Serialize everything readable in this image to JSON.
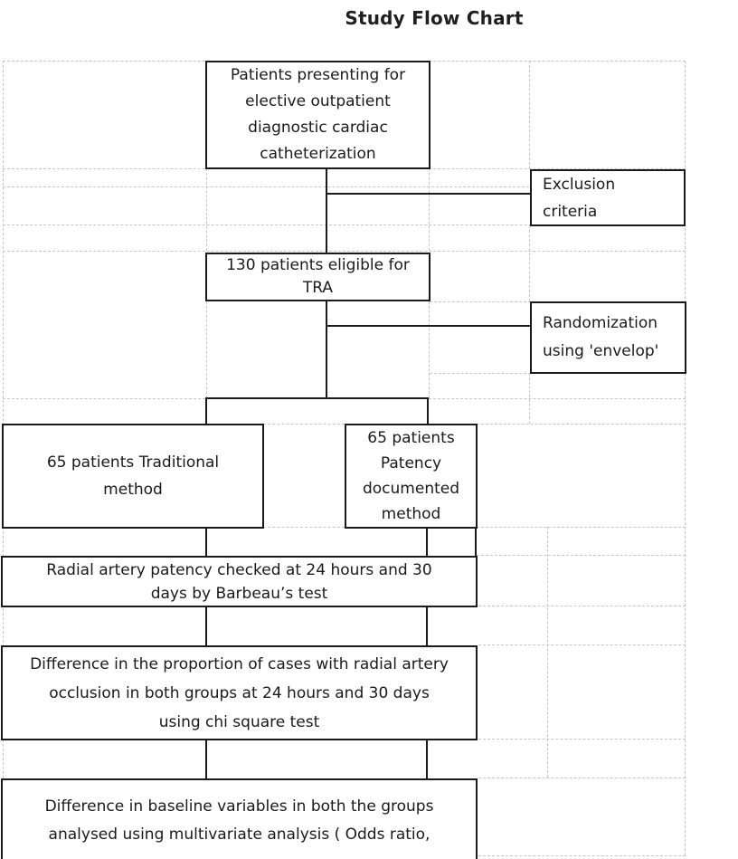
{
  "page": {
    "title": "Study Flow Chart"
  },
  "flowchart": {
    "presenting": {
      "text": "Patients presenting for\nelective outpatient\ndiagnostic cardiac\ncatheterization"
    },
    "exclusion": {
      "text": "Exclusion\ncriteria"
    },
    "eligible": {
      "text": "130 patients eligible for\nTRA"
    },
    "randomization": {
      "text": "Randomization\nusing 'envelop'"
    },
    "traditional": {
      "text": "65 patients Traditional\nmethod"
    },
    "patency": {
      "text": "65 patients\nPatency\ndocumented\nmethod"
    },
    "barbeau": {
      "text": "Radial artery patency checked at 24 hours and 30\ndays by Barbeau’s test"
    },
    "proportion": {
      "text": "Difference in the proportion of cases with radial artery\nocclusion in both groups at 24 hours and 30 days\nusing chi square test"
    },
    "baseline": {
      "text": "Difference in baseline variables in both the groups\nanalysed using multivariate analysis ( Odds ratio,"
    }
  },
  "colors": {
    "box_border": "#1a1a1a",
    "connector": "#1a1a1a",
    "gridline": "#c5c5c5",
    "text": "#1a1a1a",
    "background": "#ffffff"
  }
}
